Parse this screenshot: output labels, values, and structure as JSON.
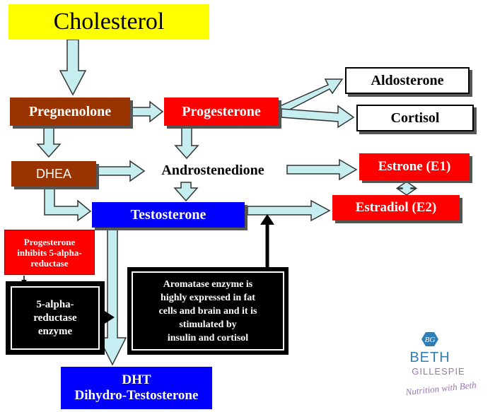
{
  "nodes": {
    "cholesterol": "Cholesterol",
    "pregnenolone": "Pregnenolone",
    "progesterone": "Progesterone",
    "aldosterone": "Aldosterone",
    "cortisol": "Cortisol",
    "dhea": "DHEA",
    "androstenedione": "Androstenedione",
    "estrone": "Estrone (E1)",
    "estradiol": "Estradiol (E2)",
    "testosterone": "Testosterone",
    "dht": "DHT\nDihydro-Testosterone"
  },
  "notes": {
    "progesterone_inhibits": "Progesterone\ninhibits 5-alpha-\nreductase",
    "alpha_reductase": "5-alpha-\nreductase\nenzyme",
    "aromatase": "Aromatase enzyme is\nhighly expressed in fat\ncells and brain and it is\nstimulated by\ninsulin and cortisol"
  },
  "logo": {
    "monogram": "BG",
    "name": "BETH",
    "surname": "GILLESPIE",
    "tagline": "Nutrition with Beth"
  },
  "colors": {
    "yellow": "#ffff00",
    "brown": "#993300",
    "red": "#ff0000",
    "blue": "#0000ff",
    "arrow_fill": "#c6eef0",
    "logo_blue": "#2f7fb5",
    "logo_purple": "#9a73b8"
  }
}
